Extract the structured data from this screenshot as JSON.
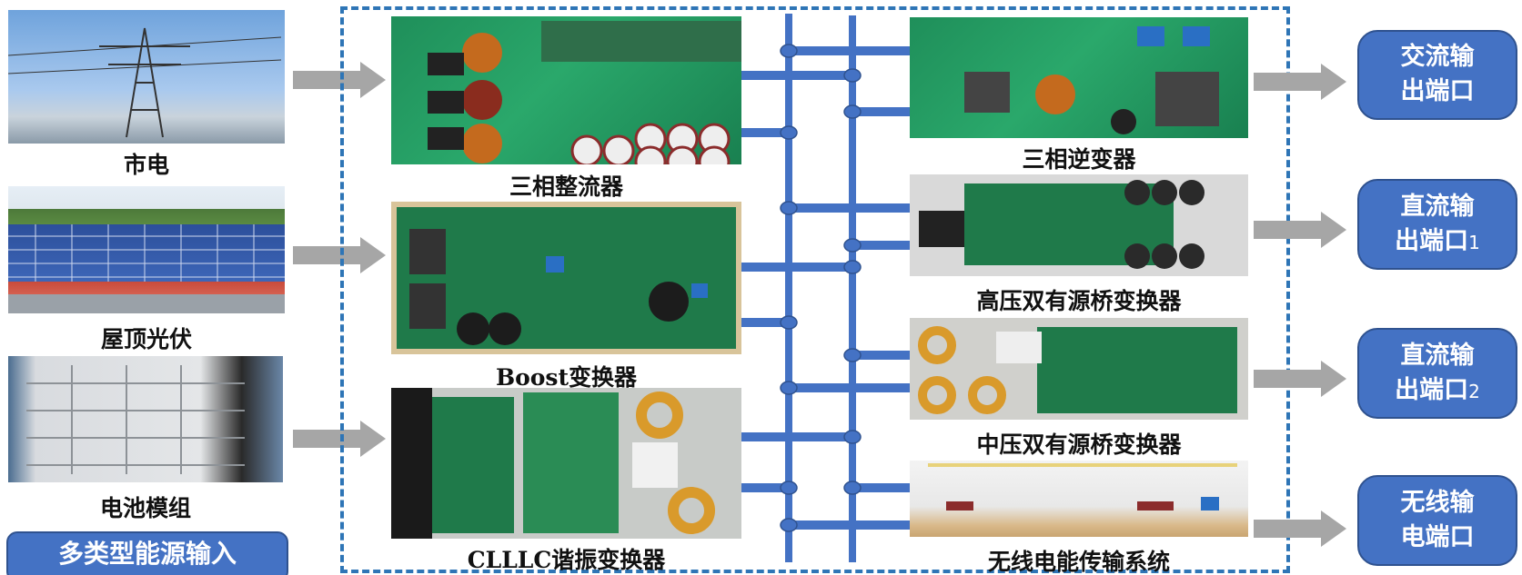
{
  "inputs": [
    {
      "label": "市电",
      "image": "power-grid-tower-photo"
    },
    {
      "label": "屋顶光伏",
      "image": "rooftop-solar-panels-photo"
    },
    {
      "label": "电池模组",
      "image": "battery-module-photo"
    }
  ],
  "input_group_label": "多类型能源输入",
  "left_converters": [
    {
      "label": "三相整流器"
    },
    {
      "label": "Boost变换器"
    },
    {
      "label": "CLLLC谐振变换器"
    }
  ],
  "right_converters": [
    {
      "label": "三相逆变器"
    },
    {
      "label": "高压双有源桥变换器"
    },
    {
      "label": "中压双有源桥变换器"
    },
    {
      "label": "无线电能传输系统"
    }
  ],
  "outputs": [
    {
      "line1": "交流输",
      "line2": "出端口",
      "suffix": ""
    },
    {
      "line1": "直流输",
      "line2": "出端口",
      "suffix": "1"
    },
    {
      "line1": "直流输",
      "line2": "出端口",
      "suffix": "2"
    },
    {
      "line1": "无线输",
      "line2": "电端口",
      "suffix": ""
    }
  ],
  "colors": {
    "bus": "#4472c4",
    "arrow": "#a6a6a6",
    "port": "#4472c4",
    "dashed_border": "#2e75b6"
  }
}
